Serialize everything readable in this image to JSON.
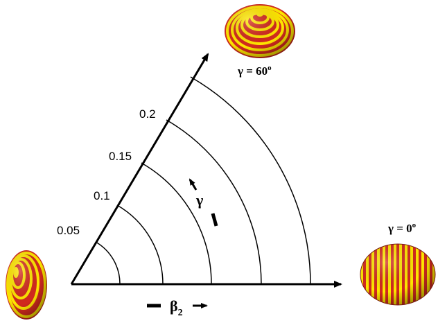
{
  "diagram": {
    "tick_labels": [
      "0.05",
      "0.1",
      "0.15",
      "0.2"
    ],
    "gamma_top_label": {
      "prefix": "γ = 60",
      "sup": "o"
    },
    "gamma_right_label": {
      "prefix": "γ = 0",
      "sup": "o"
    },
    "gamma_direction_label": "γ",
    "beta_axis_label": {
      "main": "β",
      "sub": "2"
    }
  },
  "colors": {
    "line": "#000000",
    "shape_yellow": "#ffe600",
    "shape_red": "#d22a1e",
    "shape_dark": "#7a1a10"
  },
  "icons": [
    "oblate-shape-icon",
    "prolate-shape-icon",
    "spherical-shape-icon"
  ]
}
